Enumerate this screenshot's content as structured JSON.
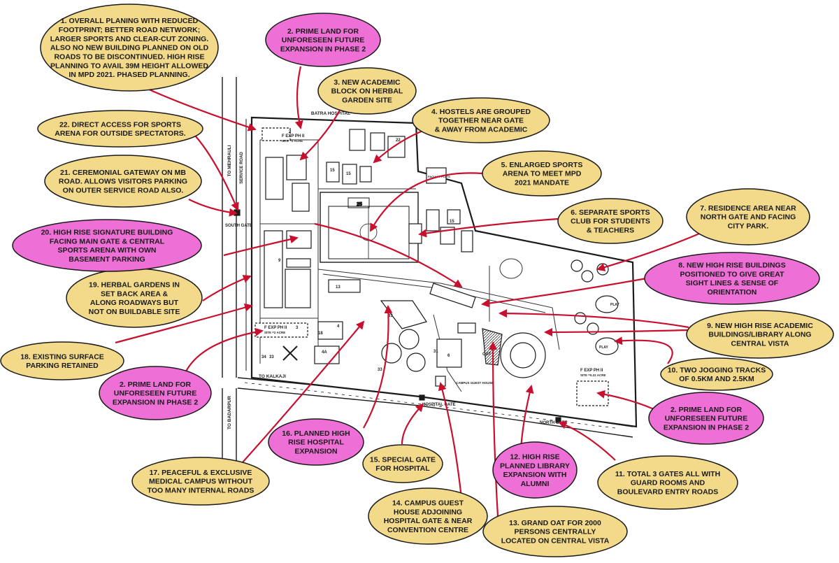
{
  "map": {
    "labels": {
      "batra_hospital": "BATRA HOSPITAL",
      "to_mehrauli": "TO MEHRAULI",
      "service_road": "SERVICE ROAD",
      "south_gate": "SOUTH GATE",
      "to_kalkaji": "TO KALKAJI",
      "to_badarpur": "TO BADARPUR",
      "hospital_gate": "HOSPITAL GATE",
      "north_gate": "NORTH GATE",
      "f_exp_ph2_top": "F EXP PH II",
      "site_top": "SITE =2 ACRE",
      "f_exp_ph2_left": "F EXP PH II",
      "site_left": "SITE =2 ACRE",
      "f_exp_ph2_right": "F EXP PH II",
      "site_right": "SITE =0.22 ACRE",
      "campus_guest_house": "CAMPUS GUEST HOUSE",
      "oat": "OAT",
      "play_1": "PLAY",
      "play_2": "PLAY",
      "faculty_flats": "FACULTY FLATS",
      "num_2": "2",
      "num_3": "3",
      "num_4": "4",
      "num_4a": "4A",
      "num_6": "6",
      "num_9": "9",
      "num_13": "13",
      "num_15a": "15",
      "num_15b": "15",
      "num_15c": "15",
      "num_22": "22",
      "num_25": "25",
      "num_33a": "33",
      "num_33b": "33",
      "num_33c": "33",
      "num_34": "34",
      "num_31": "31",
      "num_18": "18"
    }
  },
  "callouts": [
    {
      "id": "c1",
      "lines": [
        "1. OVERALL PLANING WITH REDUCED",
        "FOOTPRINT; BETTER ROAD NETWORK;",
        "LARGER SPORTS AND CLEAR-CUT ZONING.",
        "ALSO NO NEW BUILDING PLANNED ON OLD",
        "ROADS TO BE DISCONTINUED. HIGH RISE",
        "PLANNING TO AVAIL 39M HEIGHT ALLOWED",
        "IN MPD 2021. PHASED PLANNING."
      ],
      "color": "#f2da8a"
    },
    {
      "id": "c2a",
      "lines": [
        "2. PRIME LAND FOR",
        "UNFORESEEN FUTURE",
        "EXPANSION IN PHASE 2"
      ],
      "color": "#ee6fd6"
    },
    {
      "id": "c3",
      "lines": [
        "3. NEW ACADEMIC",
        "BLOCK ON HERBAL",
        "GARDEN SITE"
      ],
      "color": "#f2da8a"
    },
    {
      "id": "c4",
      "lines": [
        "4. HOSTELS ARE GROUPED",
        "TOGETHER NEAR GATE",
        "& AWAY FROM ACADEMIC"
      ],
      "color": "#f2da8a"
    },
    {
      "id": "c5",
      "lines": [
        "5. ENLARGED SPORTS",
        "ARENA  TO MEET MPD",
        "2021 MANDATE"
      ],
      "color": "#f2da8a"
    },
    {
      "id": "c6",
      "lines": [
        "6. SEPARATE SPORTS",
        "CLUB FOR STUDENTS",
        "& TEACHERS"
      ],
      "color": "#f2da8a"
    },
    {
      "id": "c7",
      "lines": [
        "7. RESIDENCE AREA NEAR",
        "NORTH GATE AND FACING",
        "CITY PARK."
      ],
      "color": "#f2da8a"
    },
    {
      "id": "c8",
      "lines": [
        "8. NEW HIGH RISE BUILDINGS",
        "POSITIONED TO GIVE GREAT",
        "SIGHT LINES & SENSE OF",
        "ORIENTATION"
      ],
      "color": "#ee6fd6"
    },
    {
      "id": "c9",
      "lines": [
        "9. NEW HIGH RISE ACADEMIC",
        "BUILDINGS/LIBRARY ALONG",
        "CENTRAL VISTA"
      ],
      "color": "#f2da8a"
    },
    {
      "id": "c10",
      "lines": [
        "10. TWO JOGGING TRACKS",
        "OF 0.5KM AND 2.5KM"
      ],
      "color": "#f2da8a"
    },
    {
      "id": "c2c",
      "lines": [
        "2. PRIME LAND FOR",
        "UNFORESEEN FUTURE",
        "EXPANSION IN PHASE 2"
      ],
      "color": "#ee6fd6"
    },
    {
      "id": "c11",
      "lines": [
        "11. TOTAL 3 GATES ALL WITH",
        "GUARD ROOMS AND",
        "BOULEVARD ENTRY ROADS"
      ],
      "color": "#f2da8a"
    },
    {
      "id": "c12",
      "lines": [
        "12. HIGH RISE",
        "PLANNED LIBRARY",
        "EXPANSION WITH",
        "ALUMNI"
      ],
      "color": "#ee6fd6"
    },
    {
      "id": "c13",
      "lines": [
        "13. GRAND OAT  FOR 2000",
        "PERSONS CENTRALLY",
        "LOCATED ON CENTRAL VISTA"
      ],
      "color": "#f2da8a"
    },
    {
      "id": "c14",
      "lines": [
        "14. CAMPUS GUEST",
        "HOUSE ADJOINING",
        "HOSPITAL GATE  & NEAR",
        "CONVENTION CENTRE"
      ],
      "color": "#f2da8a"
    },
    {
      "id": "c15",
      "lines": [
        "15. SPECIAL GATE",
        "FOR HOSPITAL"
      ],
      "color": "#f2da8a"
    },
    {
      "id": "c16",
      "lines": [
        "16. PLANNED HIGH",
        "RISE HOSPITAL",
        "EXPANSION"
      ],
      "color": "#ee6fd6"
    },
    {
      "id": "c17",
      "lines": [
        "17. PEACEFUL & EXCLUSIVE",
        "MEDICAL CAMPUS WITHOUT",
        "TOO MANY INTERNAL ROADS"
      ],
      "color": "#f2da8a"
    },
    {
      "id": "c2b",
      "lines": [
        "2. PRIME LAND FOR",
        "UNFORESEEN FUTURE",
        "EXPANSION IN PHASE 2"
      ],
      "color": "#ee6fd6"
    },
    {
      "id": "c18",
      "lines": [
        "18. EXISTING SURFACE",
        "PARKING RETAINED"
      ],
      "color": "#f2da8a"
    },
    {
      "id": "c19",
      "lines": [
        "19. HERBAL GARDENS IN",
        "SET BACK AREA &",
        "ALONG ROADWAYS BUT",
        "NOT ON BUILDABLE SITE"
      ],
      "color": "#f2da8a"
    },
    {
      "id": "c20",
      "lines": [
        "20. HIGH RISE SIGNATURE BUILDING",
        "FACING MAIN GATE & CENTRAL",
        "SPORTS ARENA WITH OWN",
        "BASEMENT PARKING"
      ],
      "color": "#ee6fd6"
    },
    {
      "id": "c21",
      "lines": [
        "21. CEREMONIAL GATEWAY ON MB",
        "ROAD. ALLOWS VISITORS PARKING",
        "ON OUTER SERVICE ROAD ALSO."
      ],
      "color": "#f2da8a"
    },
    {
      "id": "c22",
      "lines": [
        "22. DIRECT ACCESS FOR SPORTS",
        "ARENA FOR OUTSIDE SPECTATORS."
      ],
      "color": "#f2da8a"
    }
  ],
  "colors": {
    "yellow_callout": "#f2da8a",
    "pink_callout": "#ee6fd6",
    "arrow": "#c8102e",
    "map_line": "#1a1a1a"
  }
}
